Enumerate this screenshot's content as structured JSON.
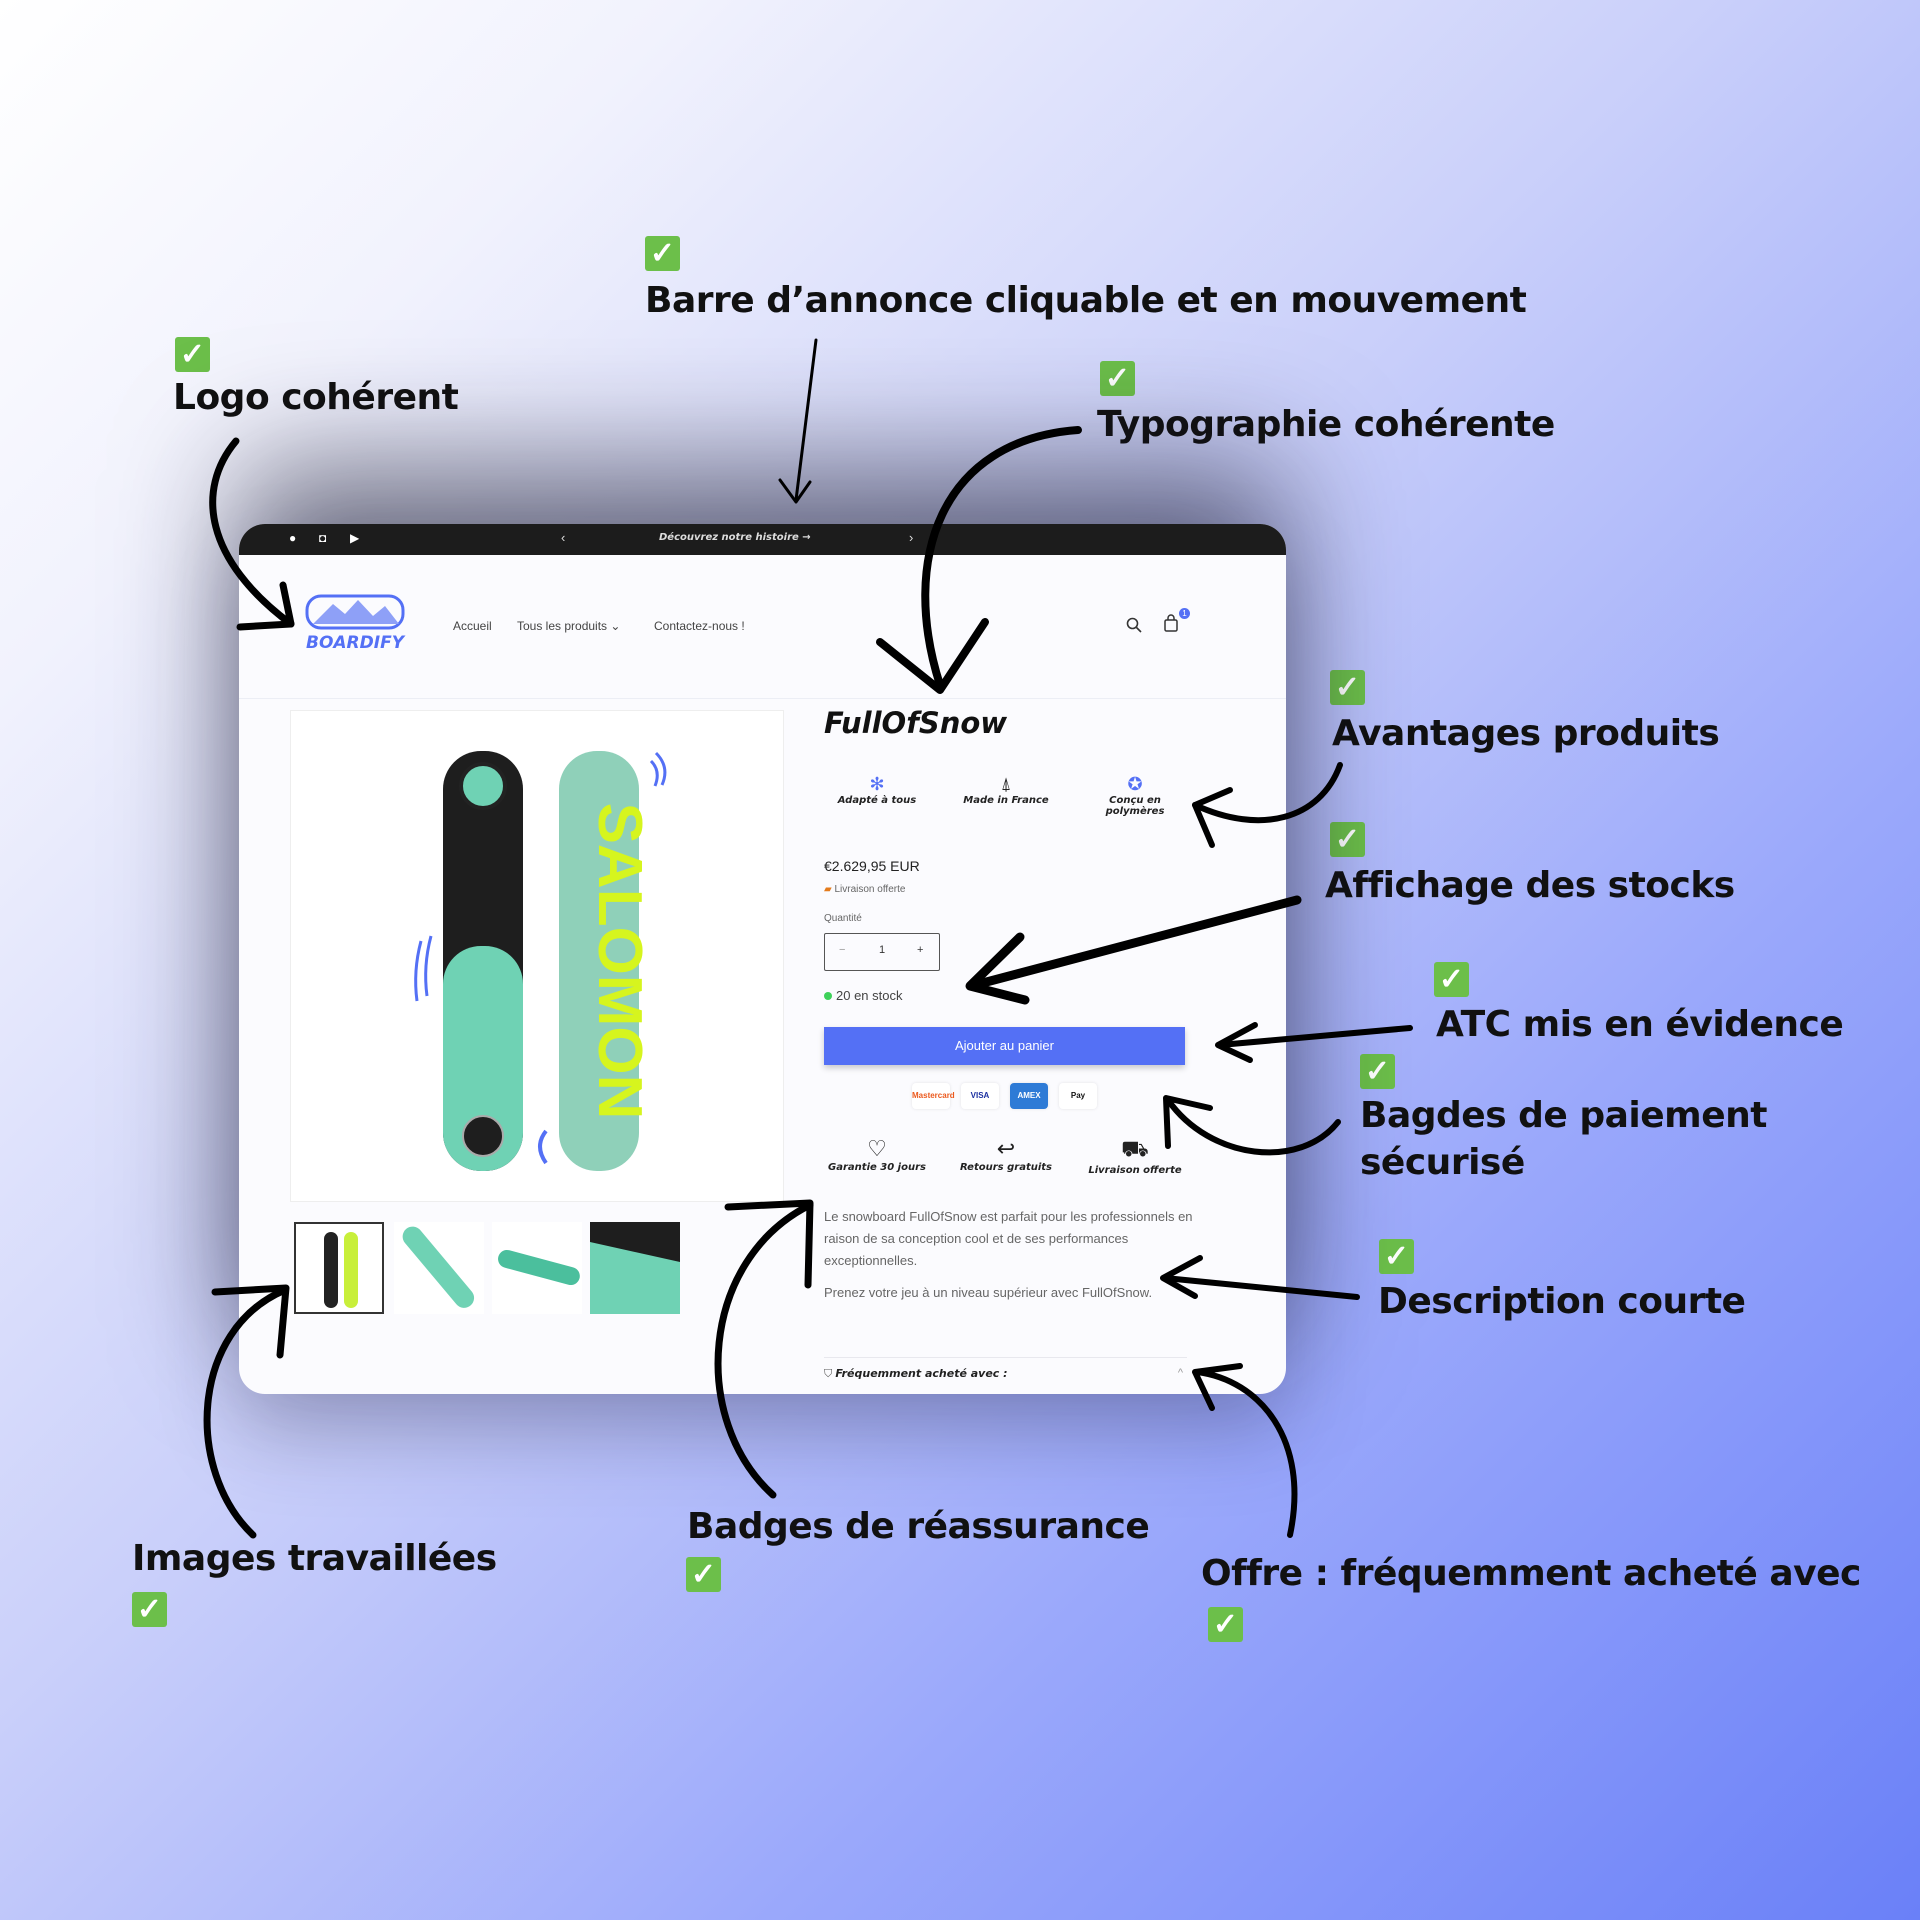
{
  "annotations": [
    {
      "label": "Barre d’annonce cliquable et en mouvement"
    },
    {
      "label": "Logo cohérent"
    },
    {
      "label": "Typographie cohérente"
    },
    {
      "label": "Avantages produits"
    },
    {
      "label": "Affichage des stocks"
    },
    {
      "label": "ATC mis en évidence"
    },
    {
      "label": "Bagdes de paiement",
      "label2": "sécurisé"
    },
    {
      "label": "Description courte"
    },
    {
      "label": "Images travaillées"
    },
    {
      "label": "Badges de réassurance"
    },
    {
      "label": "Offre : fréquemment acheté avec"
    }
  ],
  "check_glyph": "✓",
  "store": {
    "announcement": {
      "text": "Découvrez notre histoire →",
      "prev": "‹",
      "next": "›",
      "social": [
        "facebook-icon",
        "instagram-icon",
        "youtube-icon"
      ]
    },
    "logo_text": "BOARDIFY",
    "nav": [
      "Accueil",
      "Tous les produits ⌄",
      "Contactez-nous !"
    ],
    "cart_count": "1",
    "product": {
      "title": "FullOfSnow",
      "benefits": [
        "Adapté à tous",
        "Made in France",
        "Conçu en polymères"
      ],
      "price": "€2.629,95 EUR",
      "shipping_note": "Livraison offerte",
      "quantity_label": "Quantité",
      "quantity": "1",
      "minus": "−",
      "plus": "+",
      "stock": "20 en stock",
      "add_to_cart": "Ajouter au panier",
      "payments": [
        "Mastercard",
        "VISA",
        "AMEX",
        "Pay"
      ],
      "reassurance": [
        "Garantie 30 jours",
        "Retours gratuits",
        "Livraison offerte"
      ],
      "description": [
        "Le snowboard FullOfSnow est parfait pour les professionnels en raison de sa conception cool et de ses performances exceptionnelles.",
        "Prenez votre jeu à un niveau supérieur avec FullOfSnow."
      ],
      "frequently_bought": "Fréquemment acheté avec :",
      "board_text": "SALOMON"
    }
  },
  "colors": {
    "accent": "#5470f5",
    "check": "#6cbf4a",
    "bar": "#1c1c1c",
    "stock": "#3ed15a"
  }
}
